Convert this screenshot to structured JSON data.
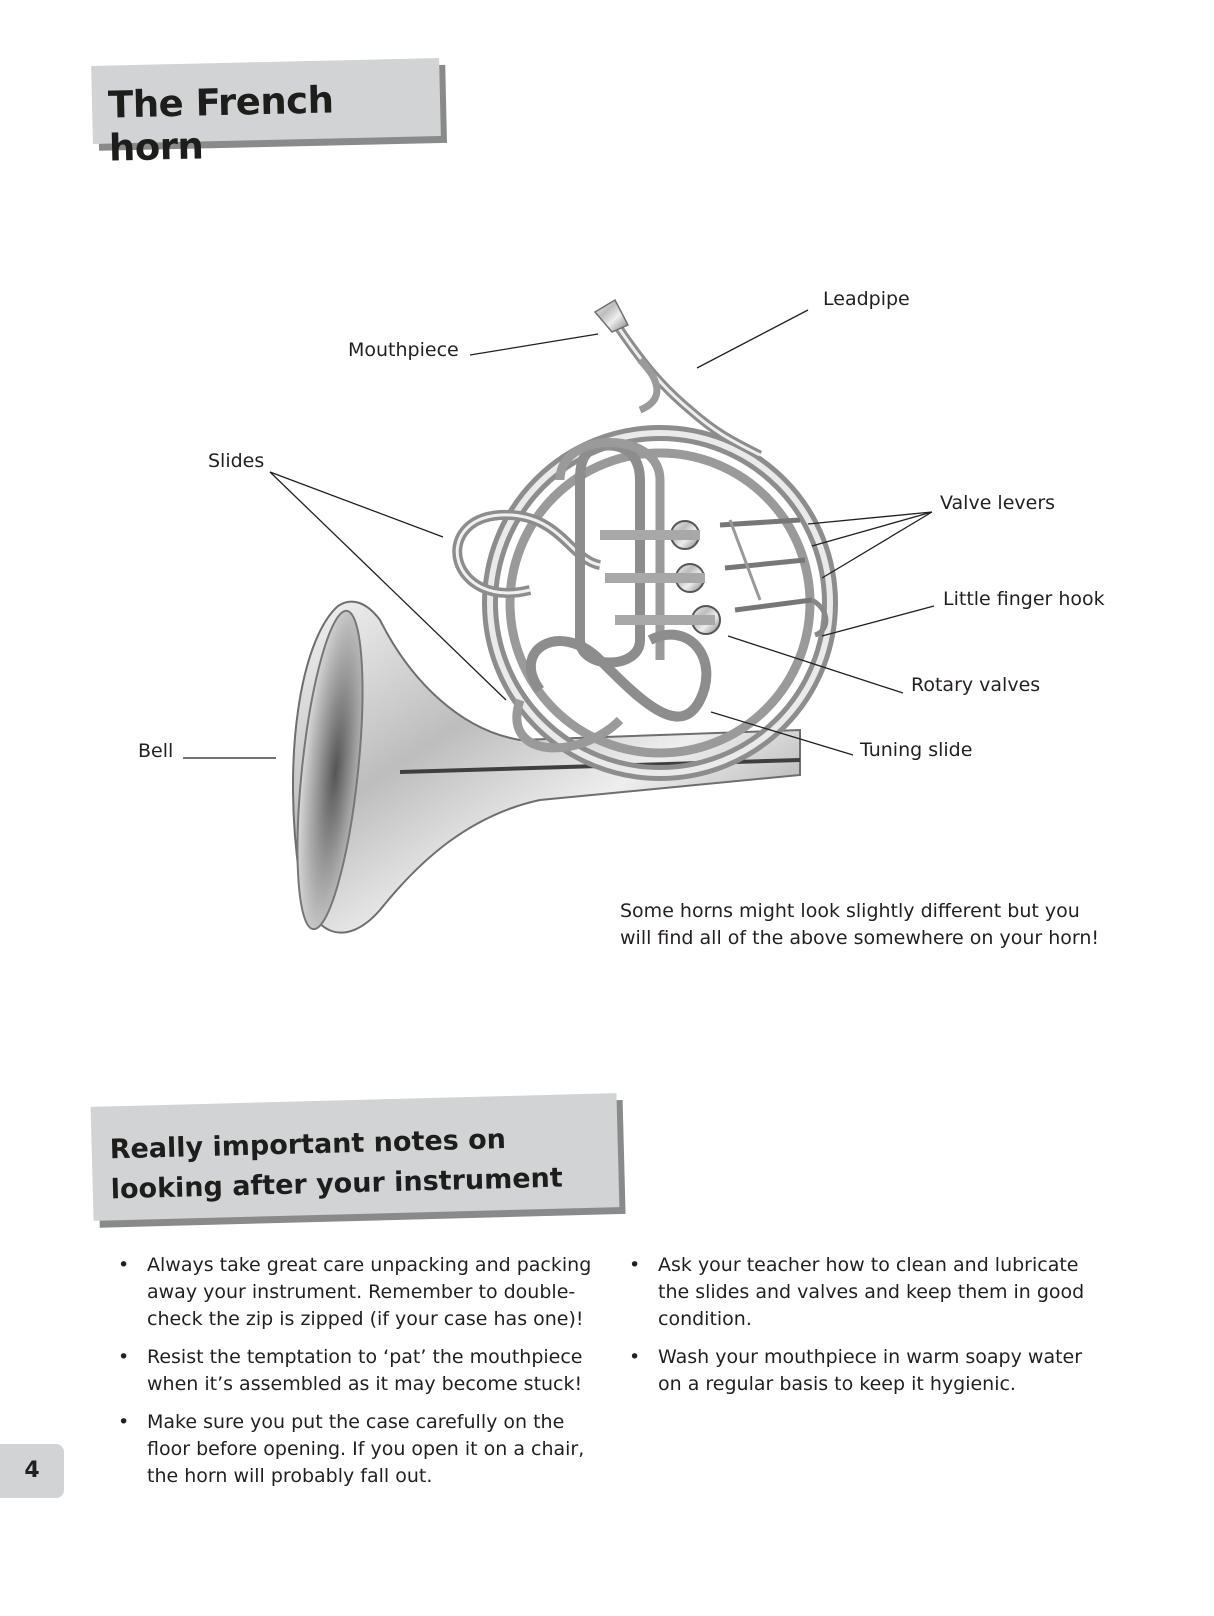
{
  "title": "The French horn",
  "diagram": {
    "labels": {
      "leadpipe": "Leadpipe",
      "mouthpiece": "Mouthpiece",
      "slides": "Slides",
      "valve_levers": "Valve levers",
      "little_finger_hook": "Little finger hook",
      "rotary_valves": "Rotary valves",
      "tuning_slide": "Tuning slide",
      "bell": "Bell"
    },
    "note": "Some horns might look slightly different but you will find all of the above somewhere on your horn!"
  },
  "care": {
    "heading": "Really important notes on looking after your instrument",
    "left": [
      "Always take great care unpacking and packing away your instrument. Remember to double-check the zip is zipped (if your case has one)!",
      "Resist the temptation to ‘pat’ the mouthpiece when it’s assembled as it may become stuck!",
      "Make sure you put the case carefully on the floor before opening. If you open it on a chair, the horn will probably fall out."
    ],
    "right": [
      "Ask your teacher how to clean and lubricate the slides and valves and keep them in good condition.",
      "Wash your mouthpiece in warm soapy water on a regular basis to keep it hygienic."
    ]
  },
  "page_number": "4"
}
